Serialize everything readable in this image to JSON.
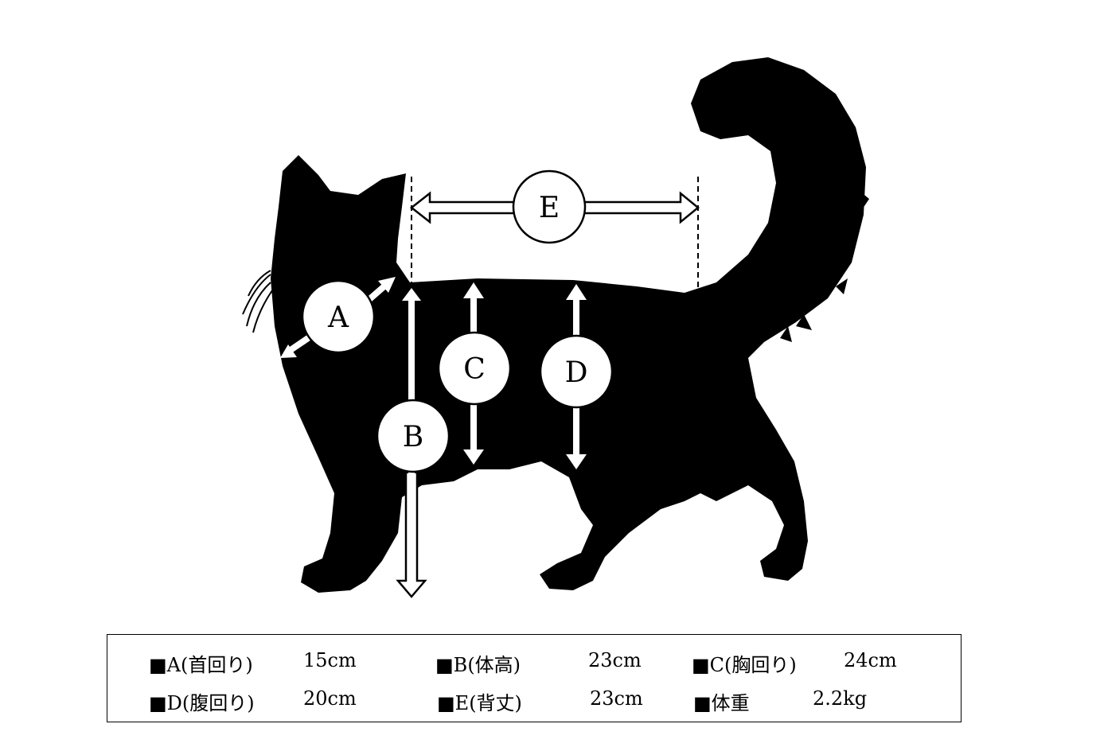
{
  "measurements": [
    {
      "key": "A",
      "label": "■A(首回り)",
      "value": "15cm"
    },
    {
      "key": "B",
      "label": "■B(体高)",
      "value": "23cm"
    },
    {
      "key": "C",
      "label": "■C(胸回り)",
      "value": "24cm"
    },
    {
      "key": "D",
      "label": "■D(腹回り)",
      "value": "20cm"
    },
    {
      "key": "E",
      "label": "■E(背丈)",
      "value": "23cm"
    },
    {
      "key": "W",
      "label": "■体重",
      "value": "2.2kg"
    }
  ],
  "markers": {
    "a": "A",
    "b": "B",
    "c": "C",
    "d": "D",
    "e": "E"
  },
  "colors": {
    "silhouette": "#000000",
    "marker_fill": "#ffffff",
    "stroke": "#000000"
  }
}
